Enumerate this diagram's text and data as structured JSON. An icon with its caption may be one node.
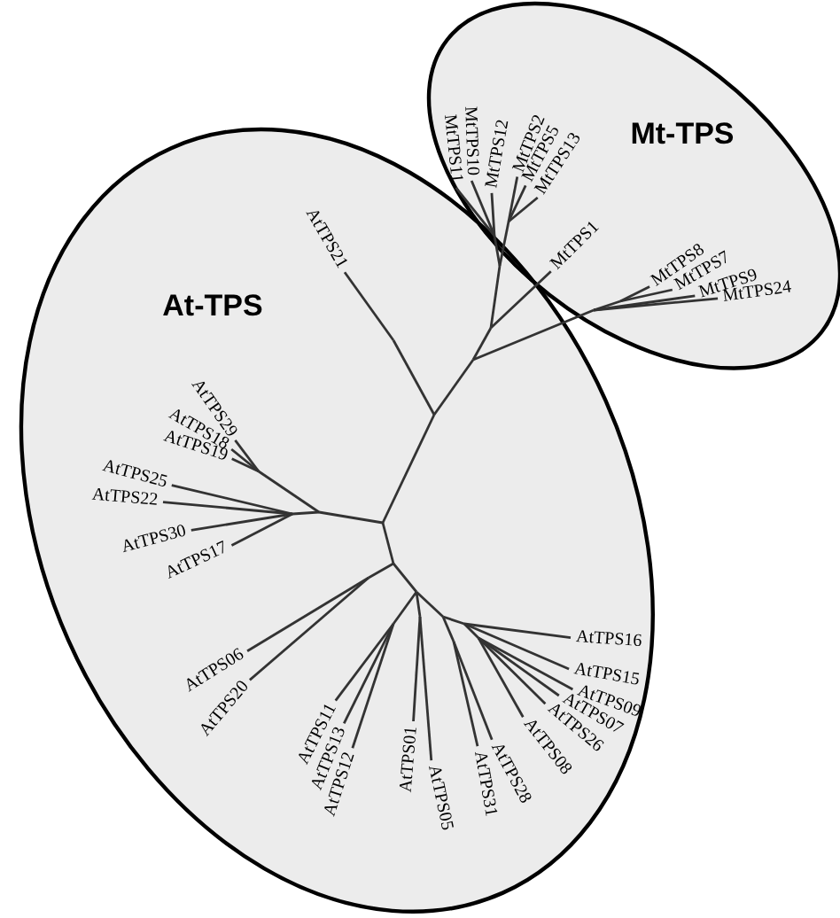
{
  "diagram": {
    "nodes": [
      {
        "text": [
          "At-TPS"
        ]
      },
      {
        "text": [
          "Mt-TPS"
        ]
      }
    ],
    "labels": [
      "MtTPS11",
      "MtTPS10",
      "MtTPS12",
      "MtTPS2",
      "MtTPS5",
      "MtTPS13",
      "MtTPS1",
      "MtTPS8",
      "MtTPS7",
      "MtTPS9",
      "MtTPS24",
      "AtTPS21",
      "AtTPS29",
      "AtTPS18",
      "AtTPS19",
      "AtTPS25",
      "AtTPS22",
      "AtTPS30",
      "AtTPS17",
      "AtTPS06",
      "AtTPS20",
      "AtTPS11",
      "AtTPS13",
      "AtTPS12",
      "AtTPS01",
      "AtTPS05",
      "AtTPS31",
      "AtTPS28",
      "AtTPS08",
      "AtTPS26",
      "AtTPS07",
      "AtTPS09",
      "AtTPS15",
      "AtTPS16"
    ]
  }
}
